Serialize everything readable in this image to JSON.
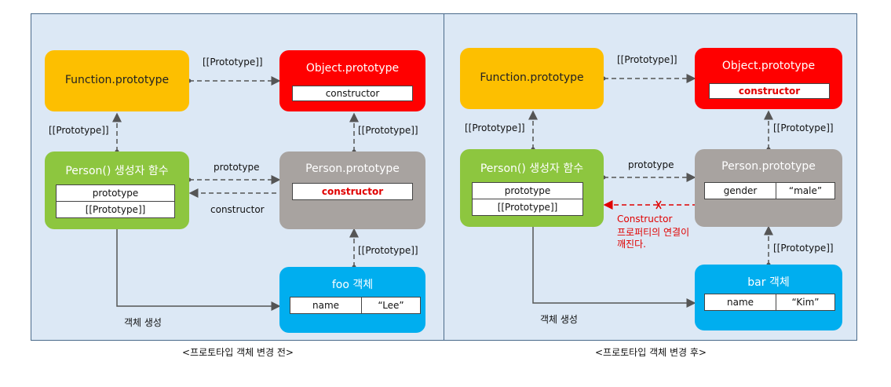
{
  "left": {
    "function_prototype": "Function.prototype",
    "object_prototype": "Object.prototype",
    "object_constructor": "constructor",
    "person_ctor_title": "Person() 생성자 함수",
    "person_ctor_row1": "prototype",
    "person_ctor_row2": "[[Prototype]]",
    "person_proto_title": "Person.prototype",
    "person_proto_row": "constructor",
    "foo_title": "foo 객체",
    "foo_key": "name",
    "foo_value": "“Lee”",
    "label_proto_top": "[[Prototype]]",
    "label_proto_left": "[[Prototype]]",
    "label_proto_right": "[[Prototype]]",
    "label_proto_bottom": "[[Prototype]]",
    "label_prototype": "prototype",
    "label_constructor": "constructor",
    "label_create": "객체 생성",
    "caption": "<프로토타입 객체 변경 전>"
  },
  "right": {
    "function_prototype": "Function.prototype",
    "object_prototype": "Object.prototype",
    "object_constructor": "constructor",
    "person_ctor_title": "Person() 생성자 함수",
    "person_ctor_row1": "prototype",
    "person_ctor_row2": "[[Prototype]]",
    "person_proto_title": "Person.prototype",
    "person_proto_key": "gender",
    "person_proto_value": "“male”",
    "bar_title": "bar 객체",
    "bar_key": "name",
    "bar_value": "“Kim”",
    "label_proto_top": "[[Prototype]]",
    "label_proto_left": "[[Prototype]]",
    "label_proto_right": "[[Prototype]]",
    "label_proto_bottom": "[[Prototype]]",
    "label_prototype": "prototype",
    "broken_line1": "Constructor",
    "broken_line2": "프로퍼티의 연결이",
    "broken_line3": "깨진다.",
    "label_create": "객체 생성",
    "caption": "<프로토타입 객체 변경 후>"
  },
  "colors": {
    "function_box": "#fdbf00",
    "object_box": "#ff0000",
    "person_ctor_box": "#8dc63f",
    "person_proto_box": "#a8a3a0",
    "instance_box": "#00aeef",
    "panel_bg": "#dce8f5",
    "broken_link": "#e00000"
  }
}
